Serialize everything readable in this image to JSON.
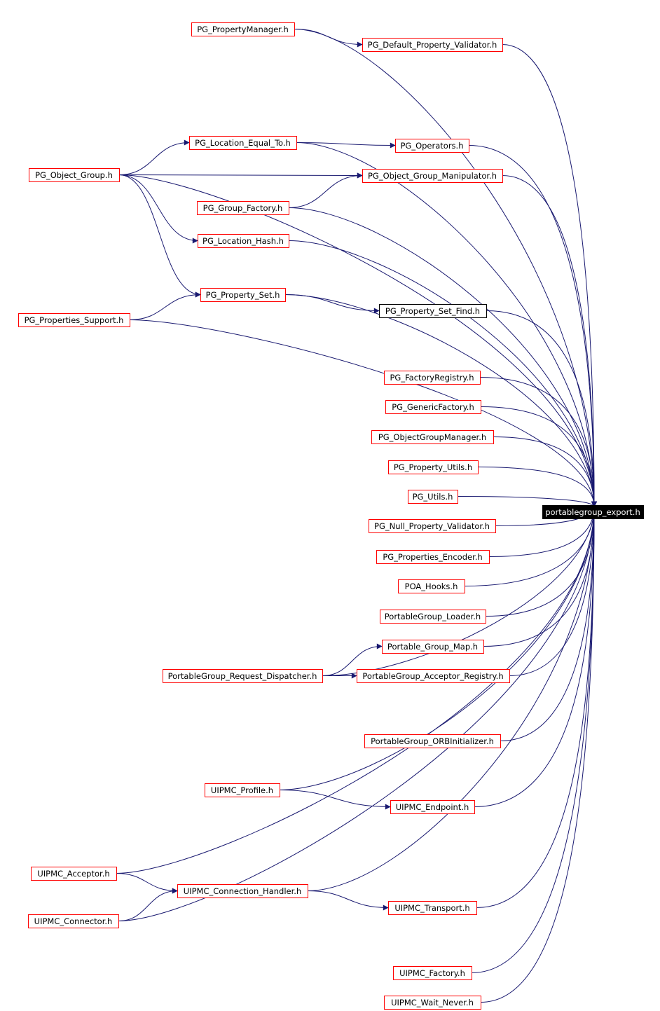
{
  "target": {
    "id": "target",
    "label": "portablegroup_export.h",
    "fill": "#000000",
    "text_color": "#ffffff"
  },
  "colors": {
    "edge": "#191970",
    "node_border_red": "#ff0000",
    "node_border_black": "#000000",
    "node_fill": "#ffffff"
  },
  "nodes": [
    {
      "id": "pmgr",
      "label": "PG_PropertyManager.h",
      "border": "red"
    },
    {
      "id": "defval",
      "label": "PG_Default_Property_Validator.h",
      "border": "red"
    },
    {
      "id": "leq",
      "label": "PG_Location_Equal_To.h",
      "border": "red"
    },
    {
      "id": "ops",
      "label": "PG_Operators.h",
      "border": "red"
    },
    {
      "id": "og",
      "label": "PG_Object_Group.h",
      "border": "red"
    },
    {
      "id": "ogm",
      "label": "PG_Object_Group_Manipulator.h",
      "border": "red"
    },
    {
      "id": "gf",
      "label": "PG_Group_Factory.h",
      "border": "red"
    },
    {
      "id": "lh",
      "label": "PG_Location_Hash.h",
      "border": "red"
    },
    {
      "id": "ps",
      "label": "PG_Property_Set.h",
      "border": "red"
    },
    {
      "id": "psup",
      "label": "PG_Properties_Support.h",
      "border": "red"
    },
    {
      "id": "psf",
      "label": "PG_Property_Set_Find.h",
      "border": "black"
    },
    {
      "id": "freg",
      "label": "PG_FactoryRegistry.h",
      "border": "red"
    },
    {
      "id": "gfac",
      "label": "PG_GenericFactory.h",
      "border": "red"
    },
    {
      "id": "ogmgr",
      "label": "PG_ObjectGroupManager.h",
      "border": "red"
    },
    {
      "id": "putil",
      "label": "PG_Property_Utils.h",
      "border": "red"
    },
    {
      "id": "utils",
      "label": "PG_Utils.h",
      "border": "red"
    },
    {
      "id": "nullval",
      "label": "PG_Null_Property_Validator.h",
      "border": "red"
    },
    {
      "id": "penc",
      "label": "PG_Properties_Encoder.h",
      "border": "red"
    },
    {
      "id": "poa",
      "label": "POA_Hooks.h",
      "border": "red"
    },
    {
      "id": "loader",
      "label": "PortableGroup_Loader.h",
      "border": "red"
    },
    {
      "id": "gmap",
      "label": "Portable_Group_Map.h",
      "border": "red"
    },
    {
      "id": "rdisp",
      "label": "PortableGroup_Request_Dispatcher.h",
      "border": "red"
    },
    {
      "id": "areg",
      "label": "PortableGroup_Acceptor_Registry.h",
      "border": "red"
    },
    {
      "id": "orbi",
      "label": "PortableGroup_ORBInitializer.h",
      "border": "red"
    },
    {
      "id": "uprof",
      "label": "UIPMC_Profile.h",
      "border": "red"
    },
    {
      "id": "uend",
      "label": "UIPMC_Endpoint.h",
      "border": "red"
    },
    {
      "id": "uacc",
      "label": "UIPMC_Acceptor.h",
      "border": "red"
    },
    {
      "id": "uch",
      "label": "UIPMC_Connection_Handler.h",
      "border": "red"
    },
    {
      "id": "uconn",
      "label": "UIPMC_Connector.h",
      "border": "red"
    },
    {
      "id": "utr",
      "label": "UIPMC_Transport.h",
      "border": "red"
    },
    {
      "id": "ufac",
      "label": "UIPMC_Factory.h",
      "border": "red"
    },
    {
      "id": "uwn",
      "label": "UIPMC_Wait_Never.h",
      "border": "red"
    }
  ],
  "edges": [
    {
      "from": "pmgr",
      "to": "defval"
    },
    {
      "from": "og",
      "to": "leq"
    },
    {
      "from": "og",
      "to": "ogm"
    },
    {
      "from": "og",
      "to": "lh"
    },
    {
      "from": "og",
      "to": "ps"
    },
    {
      "from": "leq",
      "to": "ops"
    },
    {
      "from": "gf",
      "to": "ogm"
    },
    {
      "from": "psup",
      "to": "ps"
    },
    {
      "from": "ps",
      "to": "psf"
    },
    {
      "from": "rdisp",
      "to": "gmap"
    },
    {
      "from": "rdisp",
      "to": "areg"
    },
    {
      "from": "uprof",
      "to": "uend"
    },
    {
      "from": "uacc",
      "to": "uch"
    },
    {
      "from": "uconn",
      "to": "uch"
    },
    {
      "from": "uch",
      "to": "utr"
    },
    {
      "from": "pmgr",
      "to": "target"
    },
    {
      "from": "defval",
      "to": "target"
    },
    {
      "from": "og",
      "to": "target"
    },
    {
      "from": "leq",
      "to": "target"
    },
    {
      "from": "ops",
      "to": "target"
    },
    {
      "from": "ogm",
      "to": "target"
    },
    {
      "from": "gf",
      "to": "target"
    },
    {
      "from": "lh",
      "to": "target"
    },
    {
      "from": "ps",
      "to": "target"
    },
    {
      "from": "psup",
      "to": "target"
    },
    {
      "from": "psf",
      "to": "target"
    },
    {
      "from": "freg",
      "to": "target"
    },
    {
      "from": "gfac",
      "to": "target"
    },
    {
      "from": "ogmgr",
      "to": "target"
    },
    {
      "from": "putil",
      "to": "target"
    },
    {
      "from": "utils",
      "to": "target"
    },
    {
      "from": "nullval",
      "to": "target"
    },
    {
      "from": "penc",
      "to": "target"
    },
    {
      "from": "poa",
      "to": "target"
    },
    {
      "from": "loader",
      "to": "target"
    },
    {
      "from": "gmap",
      "to": "target"
    },
    {
      "from": "rdisp",
      "to": "target"
    },
    {
      "from": "areg",
      "to": "target"
    },
    {
      "from": "orbi",
      "to": "target"
    },
    {
      "from": "uprof",
      "to": "target"
    },
    {
      "from": "uend",
      "to": "target"
    },
    {
      "from": "uacc",
      "to": "target"
    },
    {
      "from": "uch",
      "to": "target"
    },
    {
      "from": "uconn",
      "to": "target"
    },
    {
      "from": "utr",
      "to": "target"
    },
    {
      "from": "ufac",
      "to": "target"
    },
    {
      "from": "uwn",
      "to": "target"
    }
  ]
}
